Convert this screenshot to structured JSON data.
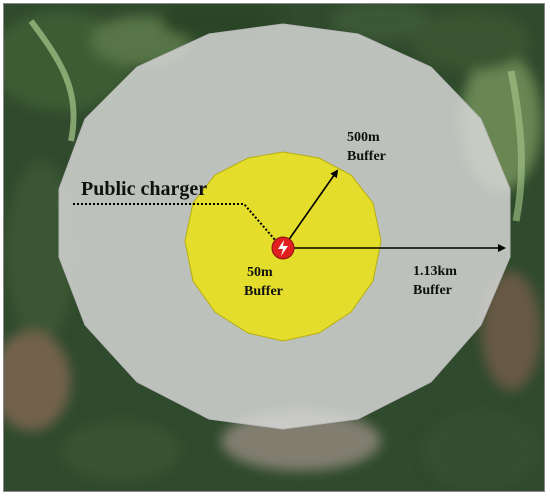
{
  "labels": {
    "public_charger": "Public charger",
    "buffer_500m": {
      "distance": "500m",
      "word": "Buffer"
    },
    "buffer_50m": {
      "distance": "50m",
      "word": "Buffer"
    },
    "buffer_113km": {
      "distance": "1.13km",
      "word": "Buffer"
    }
  },
  "colors": {
    "outer_buffer_fill": "#d9d9d9",
    "inner_buffer_fill": "#f0e614",
    "charger_fill": "#e02020",
    "arrow": "#000000",
    "leader_line": "#000000"
  },
  "icons": {
    "charger": "ev-charger-marker-icon"
  }
}
